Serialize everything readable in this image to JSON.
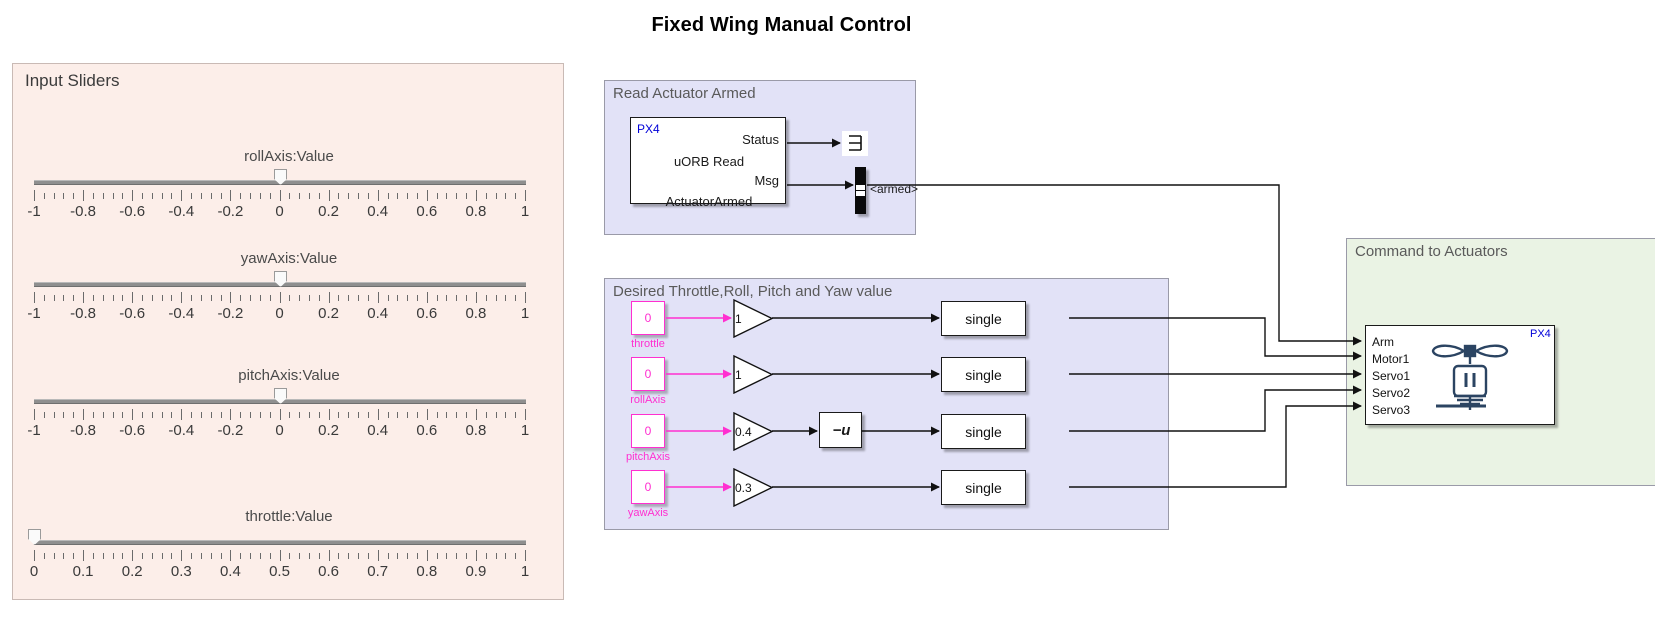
{
  "page": {
    "title": "Fixed Wing Manual Control"
  },
  "sliders_panel": {
    "title": "Input Sliders",
    "sliders": [
      {
        "name": "rollAxis-slider",
        "label": "rollAxis:Value",
        "value": 0,
        "min": -1,
        "max": 1,
        "tick_labels": [
          "-1",
          "-0.8",
          "-0.6",
          "-0.4",
          "-0.2",
          "0",
          "0.2",
          "0.4",
          "0.6",
          "0.8",
          "1"
        ]
      },
      {
        "name": "yawAxis-slider",
        "label": "yawAxis:Value",
        "value": 0,
        "min": -1,
        "max": 1,
        "tick_labels": [
          "-1",
          "-0.8",
          "-0.6",
          "-0.4",
          "-0.2",
          "0",
          "0.2",
          "0.4",
          "0.6",
          "0.8",
          "1"
        ]
      },
      {
        "name": "pitchAxis-slider",
        "label": "pitchAxis:Value",
        "value": 0,
        "min": -1,
        "max": 1,
        "tick_labels": [
          "-1",
          "-0.8",
          "-0.6",
          "-0.4",
          "-0.2",
          "0",
          "0.2",
          "0.4",
          "0.6",
          "0.8",
          "1"
        ]
      },
      {
        "name": "throttle-slider",
        "label": "throttle:Value",
        "value": 0,
        "min": 0,
        "max": 1,
        "tick_labels": [
          "0",
          "0.1",
          "0.2",
          "0.3",
          "0.4",
          "0.5",
          "0.6",
          "0.7",
          "0.8",
          "0.9",
          "1"
        ]
      }
    ]
  },
  "read_actuator_armed": {
    "title": "Read Actuator Armed",
    "uorb_block": {
      "badge": "PX4",
      "line1": "uORB Read",
      "line2": "ActuatorArmed",
      "out_port_1": "Status",
      "out_port_2": "Msg"
    },
    "terminator": "terminator-icon",
    "bus_selector_signal": "<armed>"
  },
  "desired_values": {
    "title": "Desired Throttle,Roll, Pitch and Yaw value",
    "rows": [
      {
        "constant_value": "0",
        "constant_label": "throttle",
        "gain": "1",
        "has_unary_minus": false,
        "convert": "single"
      },
      {
        "constant_value": "0",
        "constant_label": "rollAxis",
        "gain": "1",
        "has_unary_minus": false,
        "convert": "single"
      },
      {
        "constant_value": "0",
        "constant_label": "pitchAxis",
        "gain": "0.4",
        "has_unary_minus": true,
        "convert": "single"
      },
      {
        "constant_value": "0",
        "constant_label": "yawAxis",
        "gain": "0.3",
        "has_unary_minus": false,
        "convert": "single"
      }
    ],
    "unary_minus_label": "−u"
  },
  "command_to_actuators": {
    "title": "Command to Actuators",
    "block": {
      "badge": "PX4",
      "icon": "propeller-motor-icon",
      "ports": [
        "Arm",
        "Motor1",
        "Servo1",
        "Servo2",
        "Servo3"
      ]
    }
  },
  "colors": {
    "panel_pink": "#fceee9",
    "subsystem_blue": "#e2e2f7",
    "subsystem_green": "#eaf3e4",
    "constant_magenta": "#ff2fd0",
    "px4_blue": "#0000d8",
    "icon_navy": "#2b4462"
  }
}
